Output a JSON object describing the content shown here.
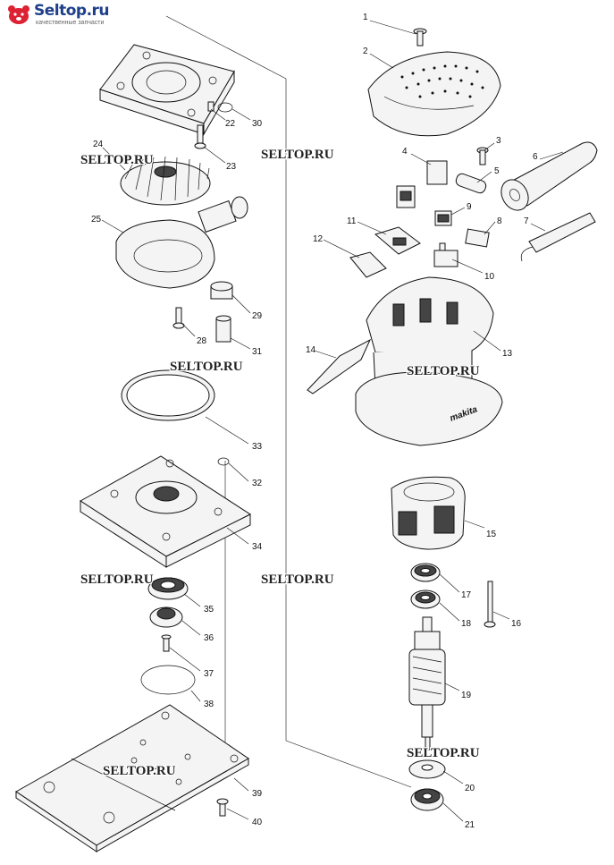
{
  "brand": {
    "name": "Seltop.ru",
    "tagline": "качественные запчасти"
  },
  "watermark": "SELTOP.RU",
  "parts": [
    {
      "n": "1"
    },
    {
      "n": "2"
    },
    {
      "n": "3"
    },
    {
      "n": "4"
    },
    {
      "n": "5"
    },
    {
      "n": "6"
    },
    {
      "n": "7"
    },
    {
      "n": "8"
    },
    {
      "n": "9"
    },
    {
      "n": "10"
    },
    {
      "n": "11"
    },
    {
      "n": "12"
    },
    {
      "n": "13"
    },
    {
      "n": "14"
    },
    {
      "n": "15"
    },
    {
      "n": "16"
    },
    {
      "n": "17"
    },
    {
      "n": "18"
    },
    {
      "n": "19"
    },
    {
      "n": "20"
    },
    {
      "n": "21"
    },
    {
      "n": "22"
    },
    {
      "n": "23"
    },
    {
      "n": "24"
    },
    {
      "n": "25"
    },
    {
      "n": "28"
    },
    {
      "n": "29"
    },
    {
      "n": "30"
    },
    {
      "n": "31"
    },
    {
      "n": "32"
    },
    {
      "n": "33"
    },
    {
      "n": "34"
    },
    {
      "n": "35"
    },
    {
      "n": "36"
    },
    {
      "n": "37"
    },
    {
      "n": "38"
    },
    {
      "n": "39"
    },
    {
      "n": "40"
    }
  ],
  "housing_logo": "makita",
  "colors": {
    "brand": "#1e3f8a",
    "ink": "#111111"
  }
}
